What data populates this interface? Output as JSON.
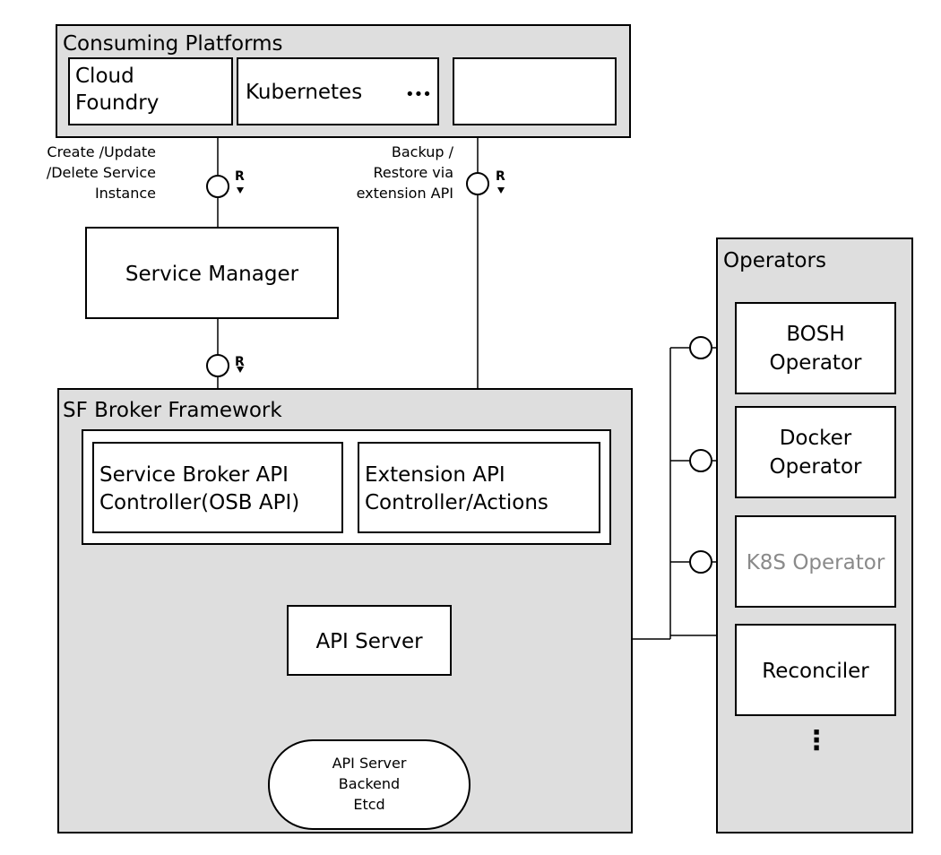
{
  "consuming_platforms": {
    "title": "Consuming Platforms",
    "platform_1": [
      "Cloud",
      "Foundry"
    ],
    "platform_2": "Kubernetes",
    "more": "•••"
  },
  "interfaces": {
    "lifecycle_note": [
      "Create /Update",
      "/Delete Service",
      "Instance"
    ],
    "backup_note": [
      "Backup /",
      "Restore via",
      "extension API"
    ],
    "required_marker": "R"
  },
  "service_manager": {
    "label": "Service Manager"
  },
  "sf_broker_framework": {
    "title": "SF Broker Framework",
    "service_broker_controller": [
      "Service Broker API",
      "Controller(OSB API)"
    ],
    "extension_controller": [
      "Extension API",
      "Controller/Actions"
    ],
    "api_server": "API Server",
    "backend": [
      "API Server",
      "Backend",
      "Etcd"
    ]
  },
  "operators": {
    "title": "Operators",
    "items": [
      {
        "label": [
          "BOSH",
          "Operator"
        ]
      },
      {
        "label": [
          "Docker",
          "Operator"
        ]
      },
      {
        "label": [
          "K8S Operator"
        ],
        "muted": true
      },
      {
        "label": [
          "Reconciler"
        ]
      }
    ],
    "more": "⋮"
  },
  "colors": {
    "group_fill": "#dedede",
    "box_fill": "#ffffff",
    "line": "#000000",
    "muted_text": "#8a8a8a"
  }
}
